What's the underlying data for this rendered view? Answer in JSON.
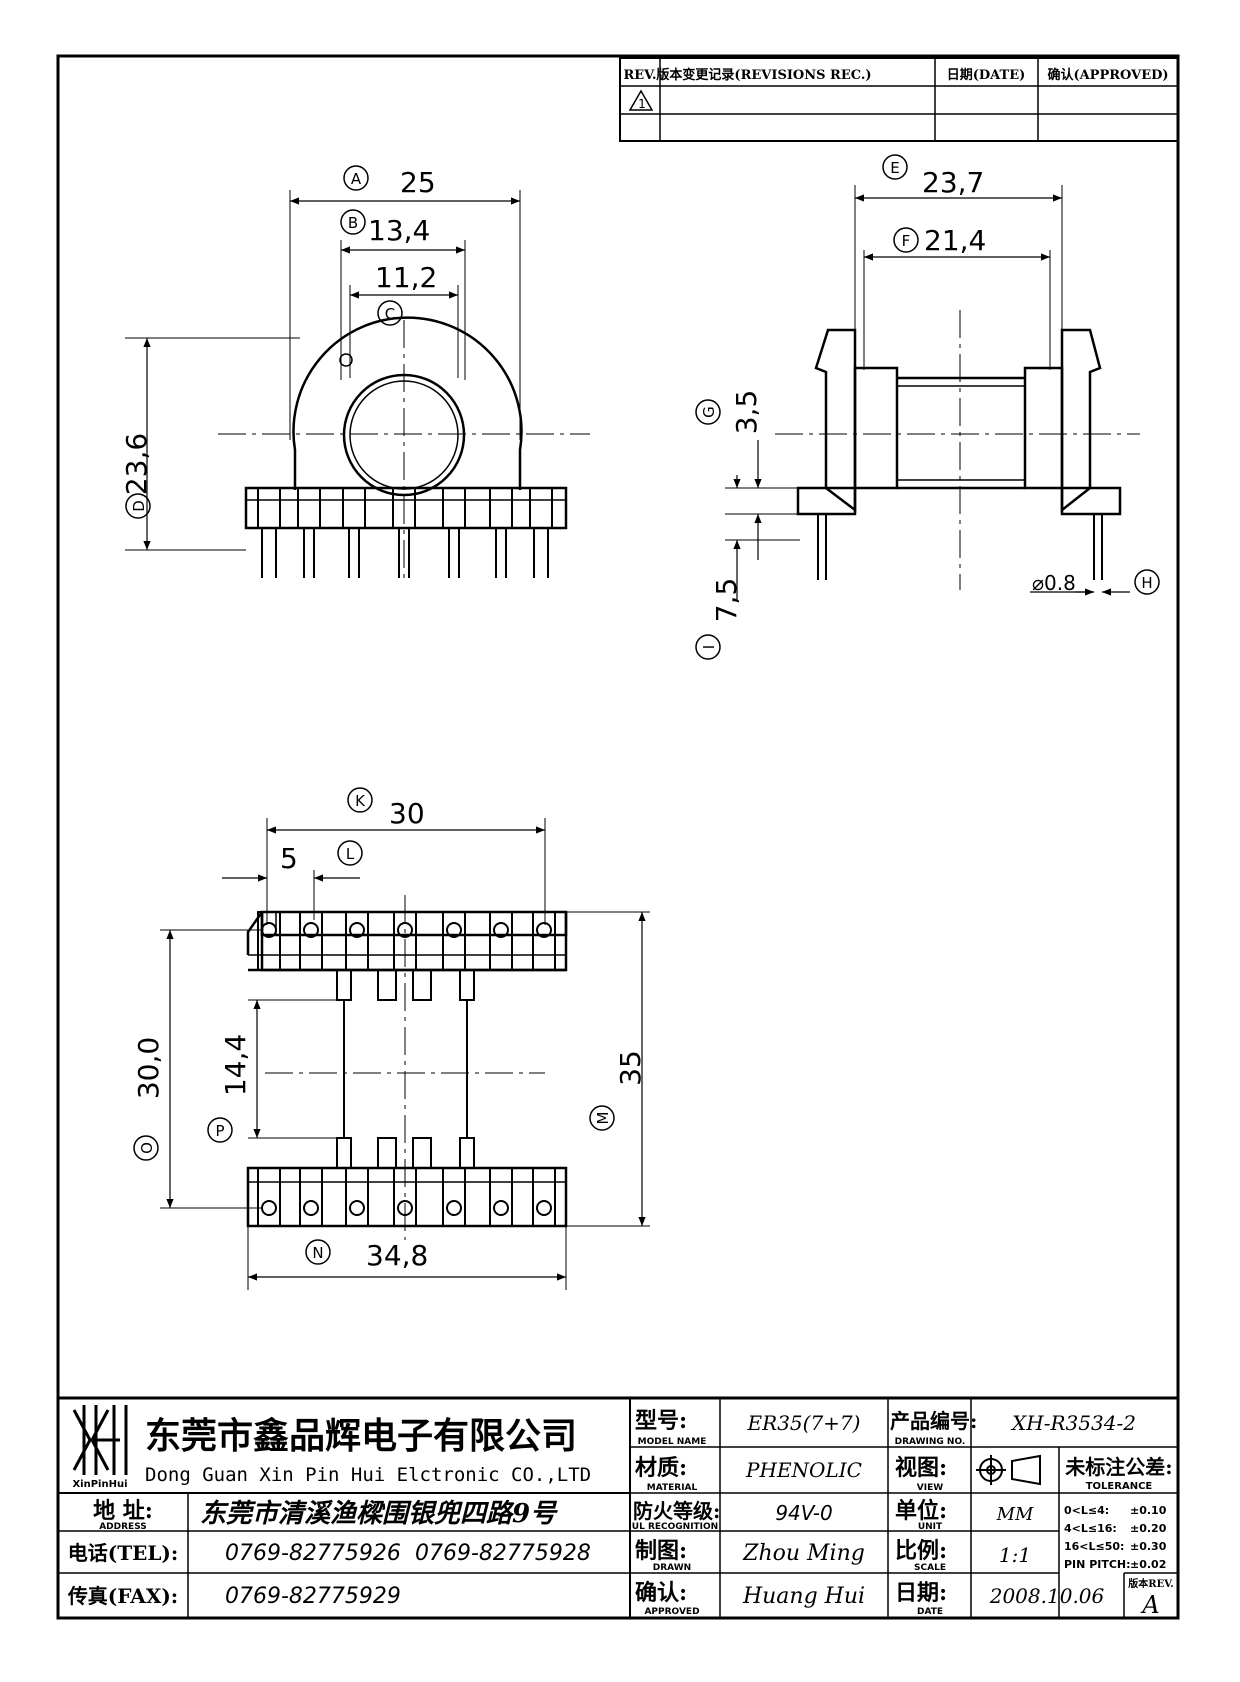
{
  "revision_table": {
    "rev_header": "REV.",
    "record_header": "版本变更记录(REVISIONS REC.)",
    "date_header": "日期(DATE)",
    "approved_header": "确认(APPROVED)",
    "rev_mark": "1"
  },
  "front_view": {
    "dim_a": {
      "letter": "A",
      "value": "25"
    },
    "dim_b": {
      "letter": "B",
      "value": "13,4"
    },
    "dim_c": {
      "letter": "C",
      "value": "11,2"
    },
    "dim_d": {
      "letter": "D",
      "value": "23,6"
    }
  },
  "side_view": {
    "dim_e": {
      "letter": "E",
      "value": "23,7"
    },
    "dim_f": {
      "letter": "F",
      "value": "21,4"
    },
    "dim_g": {
      "letter": "G",
      "value": "3,5"
    },
    "dim_h": {
      "letter": "H",
      "value": "⌀0.8"
    },
    "dim_i": {
      "letter": "I",
      "value": "7,5"
    }
  },
  "bottom_view": {
    "dim_k": {
      "letter": "K",
      "value": "30"
    },
    "dim_l": {
      "letter": "L",
      "value": "5"
    },
    "dim_m": {
      "letter": "M",
      "value": "35"
    },
    "dim_n": {
      "letter": "N",
      "value": "34,8"
    },
    "dim_o": {
      "letter": "O",
      "value": "30,0"
    },
    "dim_p": {
      "letter": "P",
      "value": "14,4"
    }
  },
  "title_block": {
    "logo_text": "XinPinHui",
    "company_cn": "东莞市鑫品辉电子有限公司",
    "company_en": "Dong Guan Xin Pin Hui Elctronic CO.,LTD",
    "address_label": "地 址:",
    "address_label_en": "ADDRESS",
    "address_value": "东莞市清溪渔樑围银兜四路9号",
    "tel_label": "电话(TEL):",
    "tel_value_1": "0769-82775926",
    "tel_value_2": "0769-82775928",
    "fax_label": "传真(FAX):",
    "fax_value": "0769-82775929",
    "model_label": "型号:",
    "model_label_en": "MODEL NAME",
    "model_value": "ER35(7+7)",
    "material_label": "材质:",
    "material_label_en": "MATERIAL",
    "material_value": "PHENOLIC",
    "ul_label": "防火等级:",
    "ul_label_en": "UL RECOGNITION",
    "ul_value": "94V-0",
    "drawn_label": "制图:",
    "drawn_label_en": "DRAWN",
    "drawn_value": "Zhou Ming",
    "approved_label": "确认:",
    "approved_label_en": "APPROVED",
    "approved_value": "Huang Hui",
    "drawing_no_label": "产品编号:",
    "drawing_no_label_en": "DRAWING NO.",
    "drawing_no_value": "XH-R3534-2",
    "view_label": "视图:",
    "view_label_en": "VIEW",
    "unit_label": "单位:",
    "unit_label_en": "UNIT",
    "unit_value": "MM",
    "scale_label": "比例:",
    "scale_label_en": "SCALE",
    "scale_value": "1:1",
    "date_label": "日期:",
    "date_label_en": "DATE",
    "date_value": "2008.10.06",
    "tolerance_label": "未标注公差:",
    "tolerance_label_en": "TOLERANCE",
    "tolerance_rows": [
      {
        "range": "0<L≤4:",
        "value": "±0.10"
      },
      {
        "range": "4<L≤16:",
        "value": "±0.20"
      },
      {
        "range": "16<L≤50:",
        "value": "±0.30"
      },
      {
        "range": "PIN PITCH:",
        "value": "±0.02"
      }
    ],
    "rev_label": "版本REV.",
    "rev_value": "A"
  }
}
